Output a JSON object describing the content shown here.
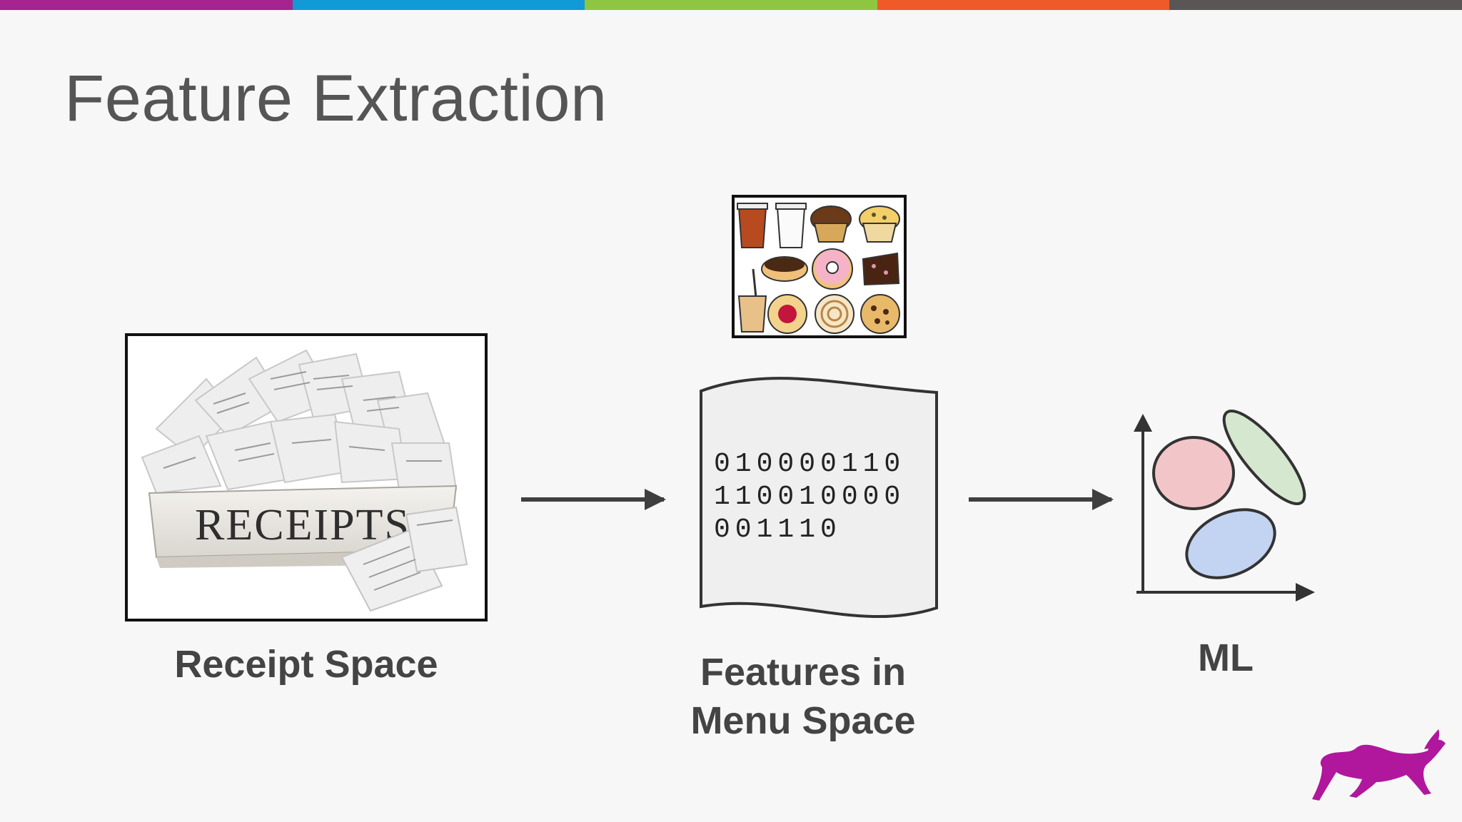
{
  "colors": {
    "topbar": [
      "#a6248f",
      "#119ad6",
      "#8ec641",
      "#f05a28",
      "#5b5656"
    ],
    "title": "#555555",
    "caption": "#444444",
    "arrow": "#3f3f3f",
    "cluster_red": "#f2c6c9",
    "cluster_green": "#d5e8cf",
    "cluster_blue": "#c2d4f2",
    "logo": "#b0179d"
  },
  "slide": {
    "title": "Feature Extraction"
  },
  "receipt_panel": {
    "image_text": "RECEIPTS",
    "caption": "Receipt Space"
  },
  "menu_panel": {
    "icons": [
      "hot-coffee-icon",
      "iced-cup-icon",
      "chocolate-muffin-icon",
      "blueberry-muffin-icon",
      "eclair-icon",
      "donut-icon",
      "brownie-icon",
      "iced-latte-icon",
      "danish-icon",
      "cinnamon-roll-icon",
      "cookie-icon"
    ]
  },
  "features_panel": {
    "bits_line1": "010000110",
    "bits_line2": "110010000",
    "bits_line3": "001110",
    "caption_line1": "Features in",
    "caption_line2": "Menu Space"
  },
  "ml_panel": {
    "caption": "ML"
  },
  "logo": {
    "name": "dog-logo-icon"
  }
}
